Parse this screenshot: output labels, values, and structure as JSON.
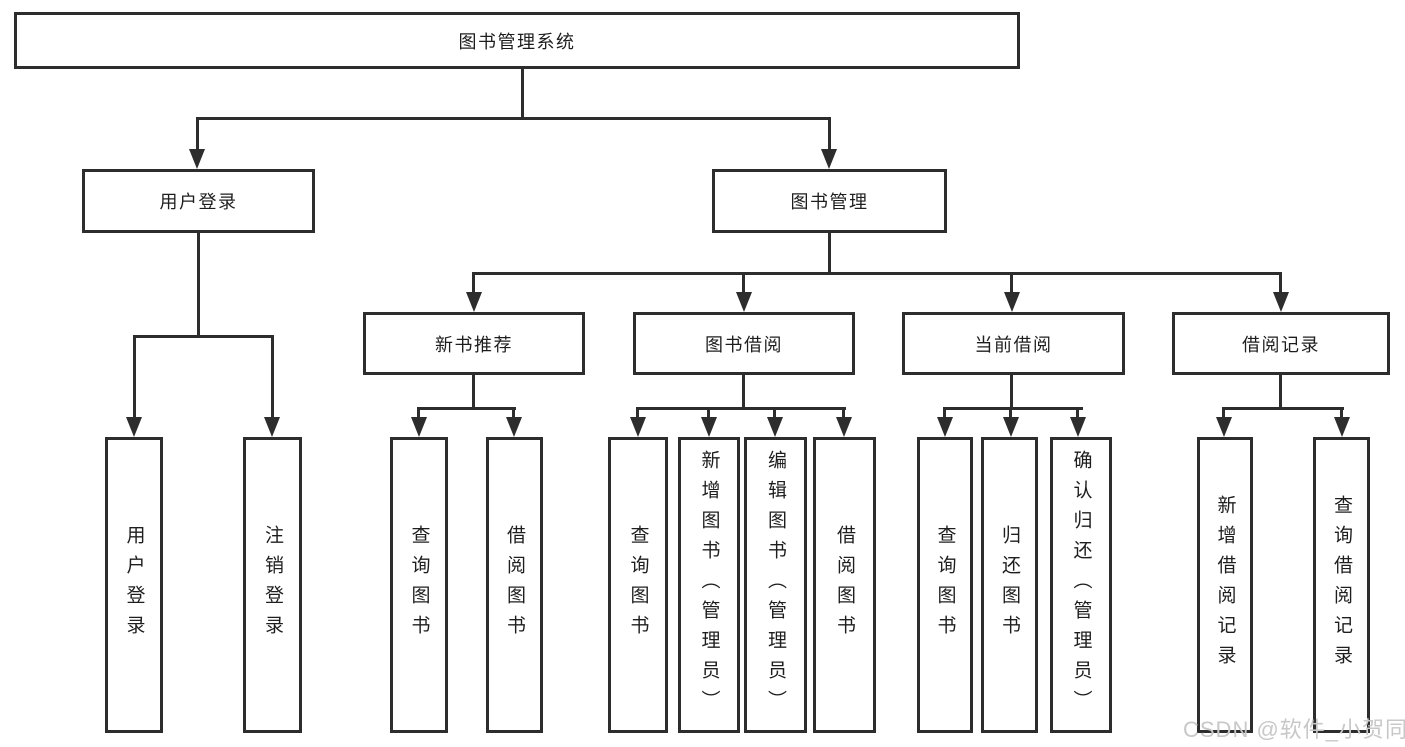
{
  "diagram": {
    "root": "图书管理系统",
    "level2": [
      "用户登录",
      "图书管理"
    ],
    "level3": [
      "新书推荐",
      "图书借阅",
      "当前借阅",
      "借阅记录"
    ],
    "leaves_login": [
      "用户登录",
      "注销登录"
    ],
    "leaves_recommend": [
      "查询图书",
      "借阅图书"
    ],
    "leaves_borrow": [
      "查询图书",
      "新增图书（管理员）",
      "编辑图书（管理员）",
      "借阅图书"
    ],
    "leaves_current": [
      "查询图书",
      "归还图书",
      "确认归还（管理员）"
    ],
    "leaves_records": [
      "新增借阅记录",
      "查询借阅记录"
    ]
  },
  "watermark": "CSDN @软件_小贺同学",
  "colors": {
    "line": "#2d2d2d",
    "box_border": "#2d2d2d",
    "box_fill": "#ffffff",
    "text": "#1e1e1e",
    "watermark": "#c8c8c8",
    "background": "#ffffff"
  }
}
